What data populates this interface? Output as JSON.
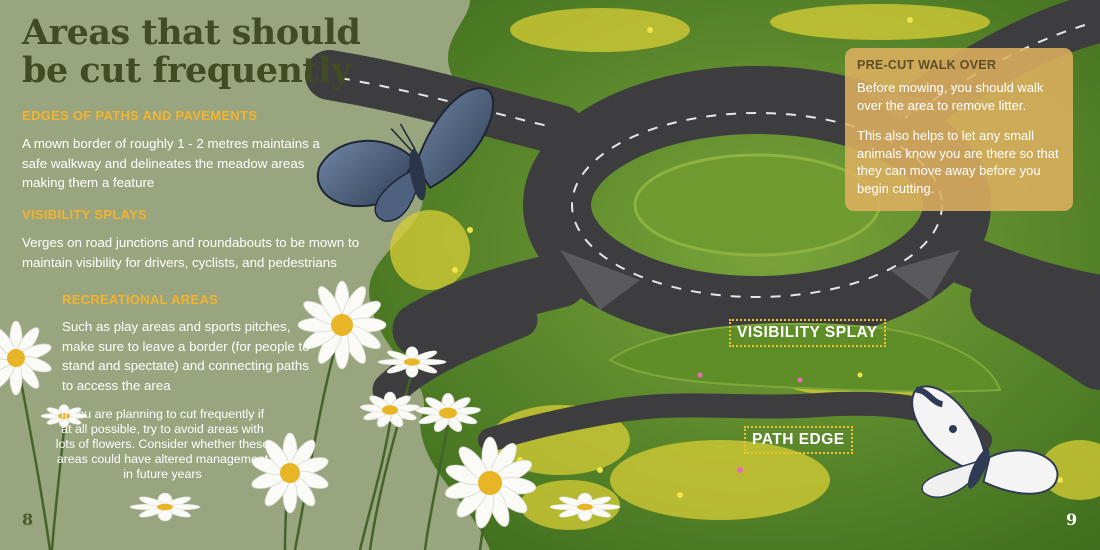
{
  "title": "Areas that should be cut frequently",
  "sections": [
    {
      "heading": "EDGES OF PATHS AND PAVEMENTS",
      "body": "A mown border of roughly 1 - 2 metres maintains a safe walkway and delineates the meadow areas making them a feature"
    },
    {
      "heading": "VISIBILITY SPLAYS",
      "body": "Verges on road junctions and roundabouts to be mown to maintain visibility for drivers, cyclists, and pedestrians"
    },
    {
      "heading": "RECREATIONAL AREAS",
      "body": "Such as play areas and sports pitches, make sure to leave a border (for people to stand and spectate) and connecting paths to access the area"
    }
  ],
  "note": "If you are planning to cut frequently if at all possible, try to avoid areas with lots of flowers. Consider whether these areas could have altered management in future years",
  "info_box": {
    "heading": "PRE-CUT WALK OVER",
    "paragraphs": [
      "Before mowing, you should walk over the area to remove litter.",
      "This also helps to let any small animals know you are there so that they can move away before you begin cutting."
    ]
  },
  "map_labels": {
    "visibility_splay": "VISIBILITY SPLAY",
    "path_edge": "PATH EDGE"
  },
  "page_numbers": {
    "left": "8",
    "right": "9"
  },
  "colors": {
    "background": "#98a57e",
    "title": "#414b24",
    "heading": "#f4b32f",
    "body_text": "#ffffff",
    "info_box": "#ddaf5f",
    "road": "#3d3c3f",
    "grass": "#5b8a28",
    "label_border": "#f1c12e"
  },
  "icons": [
    "blue-butterfly-illustration",
    "white-butterfly-illustration",
    "daisy-illustration"
  ]
}
